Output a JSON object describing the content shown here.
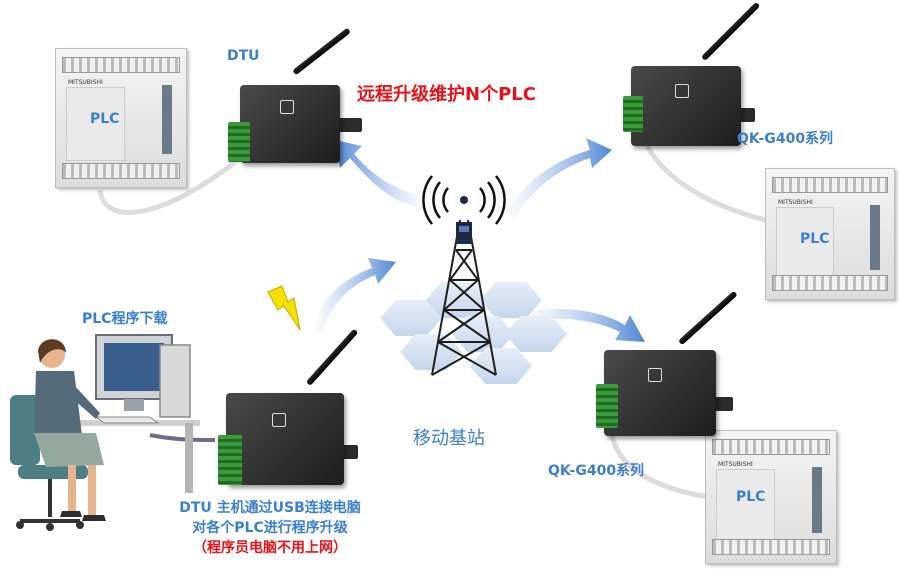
{
  "title": "远程升级维护N个PLC",
  "labels": {
    "dtu": "DTU",
    "plc_download": "PLC程序下载",
    "series_top": "QK-G400系列",
    "series_bottom": "QK-G400系列",
    "base_station": "移动基站",
    "plc": "PLC"
  },
  "description": {
    "line1": "DTU 主机通过USB连接电脑",
    "line2": "对各个PLC进行程序升级",
    "line3": "（程序员电脑不用上网）"
  },
  "plc_brand": "MITSUBISHI",
  "colors": {
    "label_blue": "#3a7fd0",
    "title_red": "#e8121b",
    "arrow_blue": "#4f86d6",
    "cable": "#dcdcdc"
  }
}
